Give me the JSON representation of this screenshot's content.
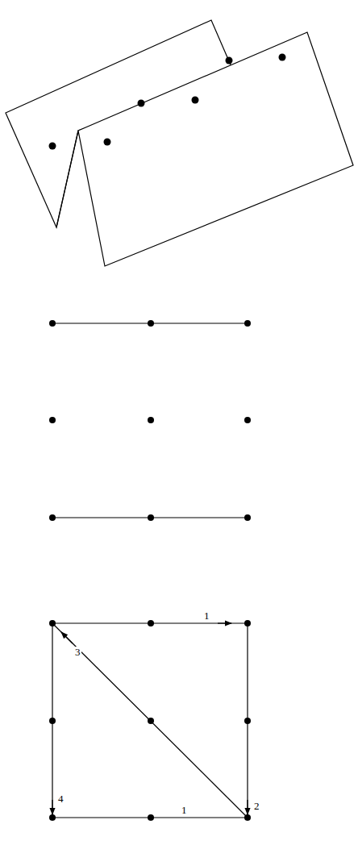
{
  "diagram": {
    "labels": [
      "1",
      "3",
      "2",
      "4",
      "1"
    ]
  }
}
